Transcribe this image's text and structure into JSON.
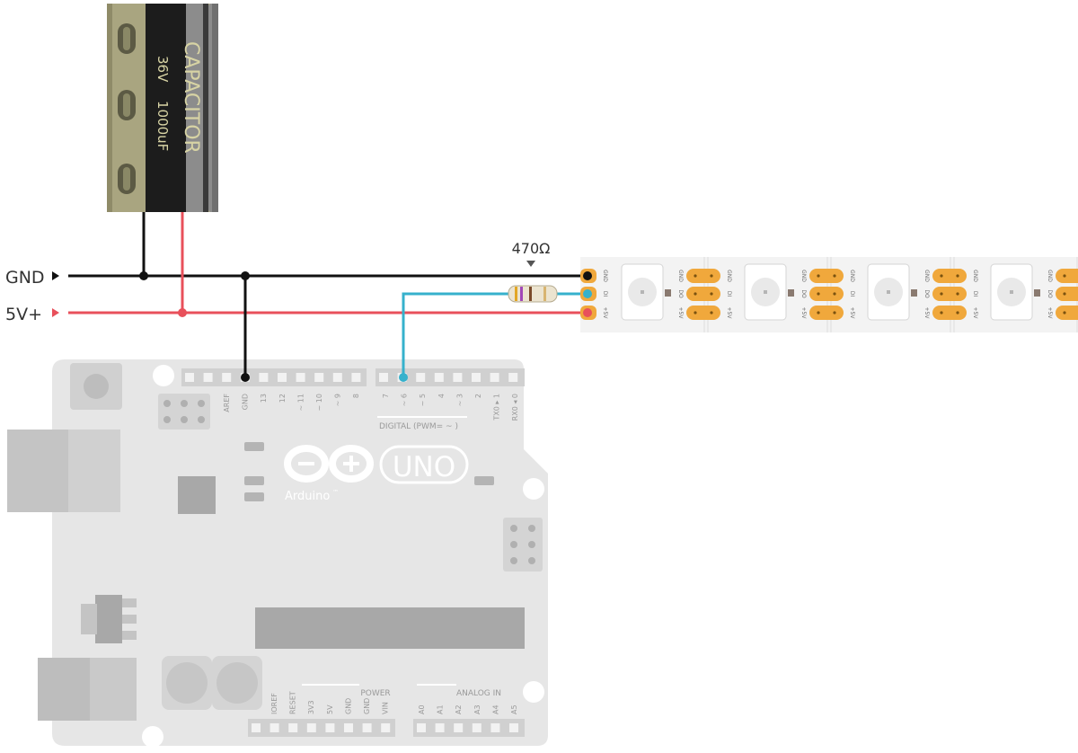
{
  "capacitor": {
    "label": "CAPACITOR",
    "voltage": "36V",
    "capacitance": "1000uF"
  },
  "rails": {
    "gnd_label": "GND",
    "vplus_label": "5V+"
  },
  "resistor": {
    "label": "470Ω"
  },
  "led_strip": {
    "pad_labels": [
      "GND",
      "DI",
      "+5V"
    ],
    "out_labels": [
      "GND",
      "DO",
      "+5V"
    ]
  },
  "arduino": {
    "brand": "Arduino",
    "tm": "™",
    "model": "UNO",
    "digital_header_label": "DIGITAL (PWM= ~ )",
    "power_header_label": "POWER",
    "analog_header_label": "ANALOG IN",
    "top_left_pins": [
      "AREF",
      "GND",
      "13",
      "12",
      "~ 11",
      "~ 10",
      "~ 9",
      "8"
    ],
    "top_right_pins": [
      "7",
      "~ 6",
      "~ 5",
      "4",
      "~ 3",
      "2",
      "TX0 ▸ 1",
      "RX0 ◂ 0"
    ],
    "power_pins": [
      "IOREF",
      "RESET",
      "3V3",
      "5V",
      "GND",
      "GND",
      "VIN"
    ],
    "analog_pins": [
      "A0",
      "A1",
      "A2",
      "A3",
      "A4",
      "A5"
    ]
  },
  "colors": {
    "gnd_wire": "#111111",
    "vcc_wire": "#e8505b",
    "data_wire": "#36b1cc",
    "pad": "#f0a83c",
    "board": "#e6e6e6"
  }
}
